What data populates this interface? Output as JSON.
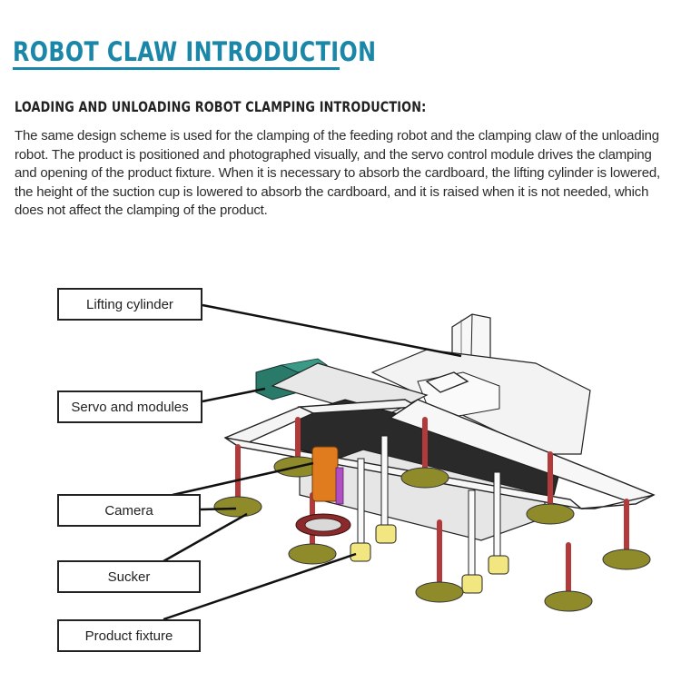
{
  "header": {
    "title": "ROBOT CLAW INTRODUCTION",
    "subtitle": "LOADING AND UNLOADING ROBOT CLAMPING INTRODUCTION:"
  },
  "description": "The same design scheme is used for the clamping of the feeding robot and the clamping claw of the unloading robot. The product is positioned and photographed visually, and the servo control module drives the clamping and opening of the product fixture. When it is necessary to absorb the cardboard, the lifting cylinder is lowered, the height of the suction cup is lowered to absorb the cardboard, and it is raised when it is not needed, which does not affect the clamping of the product.",
  "callouts": {
    "lifting_cylinder": "Lifting cylinder",
    "servo_modules": "Servo and modules",
    "camera": "Camera",
    "sucker": "Sucker",
    "product_fixture": "Product fixture"
  },
  "colors": {
    "title": "#1b87a8",
    "suction_cup": "#8f8a2a",
    "rod": "#b23a3a",
    "camera": "#e07b1e",
    "servo_motor": "#2a7a6a",
    "fixture": "#f2e680"
  }
}
